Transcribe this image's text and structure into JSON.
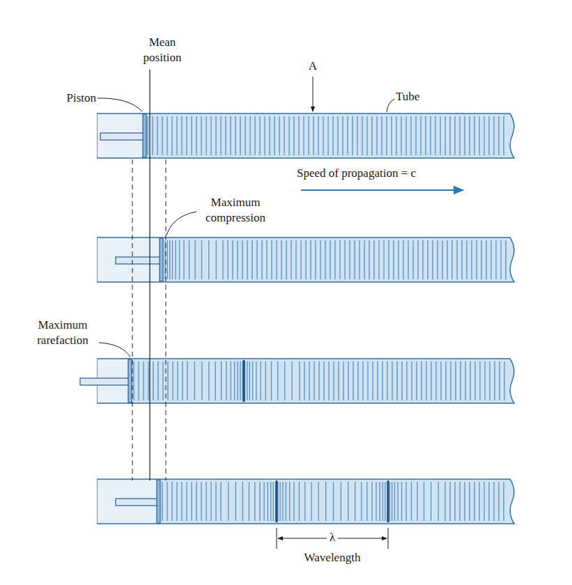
{
  "diagram": {
    "labels": [
      "Mean position",
      "Piston",
      "A",
      "Tube",
      "Speed of propagation = c",
      "Maximum compression",
      "Maximum rarefaction",
      "λ",
      "Wavelength"
    ]
  }
}
